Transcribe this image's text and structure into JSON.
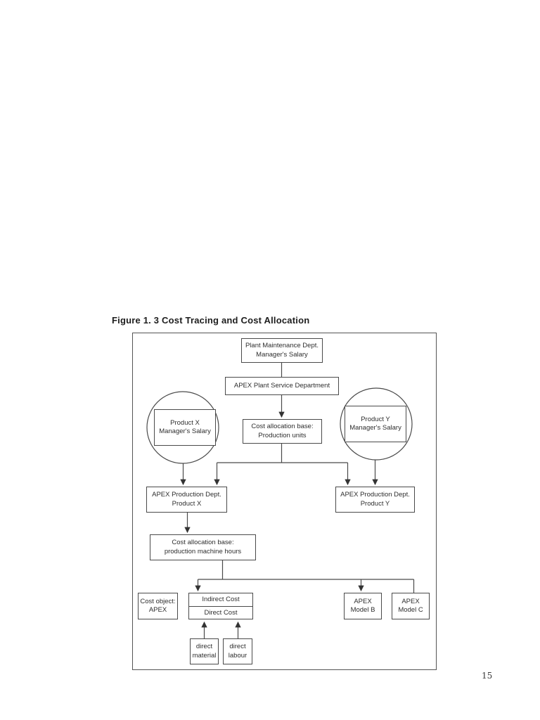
{
  "page": {
    "number": "15"
  },
  "figure": {
    "title": "Figure 1. 3  Cost Tracing and Cost Allocation",
    "colors": {
      "ink": "#2e2e2e",
      "line": "#4a4a4a",
      "paper": "#ffffff"
    },
    "nodes": {
      "plant_maintenance": "Plant Maintenance Dept.\nManager's Salary",
      "apex_plant_service": "APEX Plant Service Department",
      "cost_alloc_units": "Cost allocation base:\nProduction units",
      "product_x_salary": "Product X\nManager's Salary",
      "product_y_salary": "Product Y\nManager's Salary",
      "apex_prod_x": "APEX Production Dept.\nProduct X",
      "apex_prod_y": "APEX Production Dept.\nProduct Y",
      "cost_alloc_machine": "Cost allocation base:\nproduction machine hours",
      "cost_object": "Cost object:\nAPEX",
      "indirect_cost": "Indirect Cost",
      "direct_cost": "Direct Cost",
      "apex_model_b": "APEX\nModel B",
      "apex_model_c": "APEX\nModel C",
      "direct_material": "direct\nmaterial",
      "direct_labour": "direct\nlabour"
    }
  }
}
